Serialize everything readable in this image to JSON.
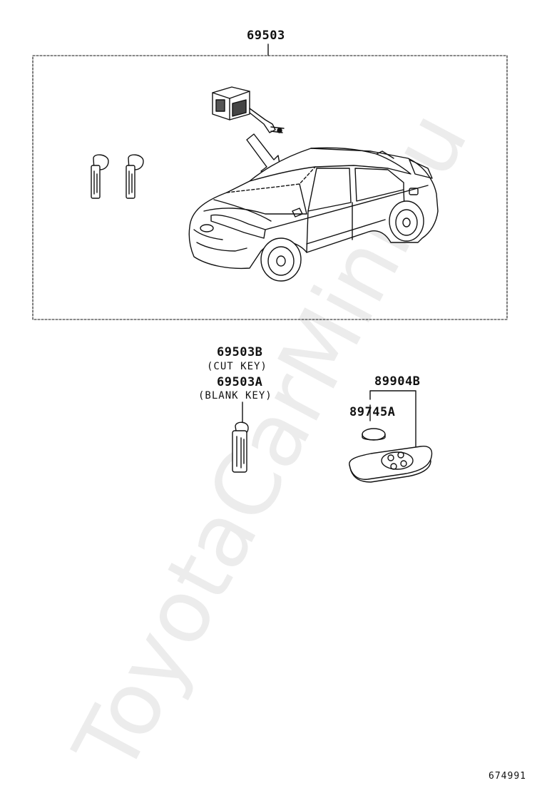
{
  "watermark": "ToyotaCarMini.ru",
  "diagram_number": "674991",
  "assembly": {
    "part_number": "69503"
  },
  "cut_key": {
    "part_number": "69503B",
    "note": "(CUT KEY)"
  },
  "blank_key": {
    "part_number": "69503A",
    "note": "(BLANK KEY)"
  },
  "transmitter": {
    "part_number": "89904B"
  },
  "battery": {
    "part_number": "89745A"
  }
}
